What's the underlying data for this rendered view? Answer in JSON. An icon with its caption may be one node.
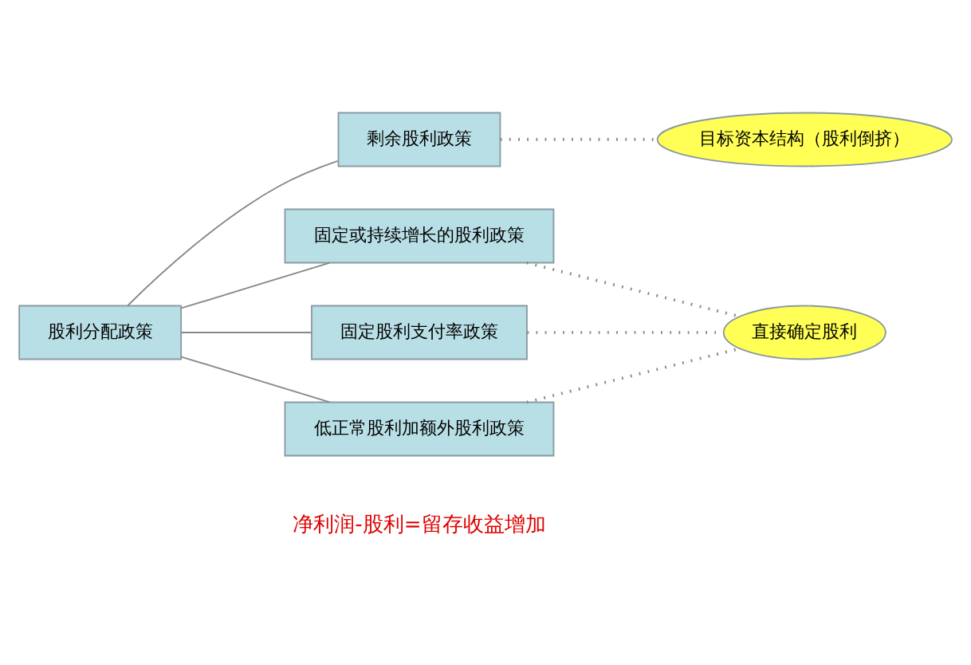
{
  "diagram": {
    "nodes": [
      {
        "text": [
          "股利分配政策"
        ]
      },
      {
        "text": [
          "剩余股利政策"
        ]
      },
      {
        "text": [
          "固定或持续增长的股利政策"
        ]
      },
      {
        "text": [
          "固定股利支付率政策"
        ]
      },
      {
        "text": [
          "低正常股利加额外股利政策"
        ]
      },
      {
        "text": [
          "目标资本结构（股利倒挤）"
        ]
      },
      {
        "text": [
          "直接确定股利"
        ]
      }
    ],
    "edges": [
      {
        "from": 0,
        "to": 1,
        "arrow": "none"
      },
      {
        "from": 0,
        "to": 2,
        "arrow": "none"
      },
      {
        "from": 0,
        "to": 3,
        "arrow": "none"
      },
      {
        "from": 0,
        "to": 4,
        "arrow": "none"
      },
      {
        "from": 1,
        "to": 5,
        "arrow": "none",
        "style": "dashed"
      },
      {
        "from": 2,
        "to": 6,
        "arrow": "none",
        "style": "dashed"
      },
      {
        "from": 3,
        "to": 6,
        "arrow": "none",
        "style": "dashed"
      },
      {
        "from": 4,
        "to": 6,
        "arrow": "none",
        "style": "dashed"
      }
    ],
    "labels": [
      "净利润-股利=留存收益增加"
    ]
  }
}
